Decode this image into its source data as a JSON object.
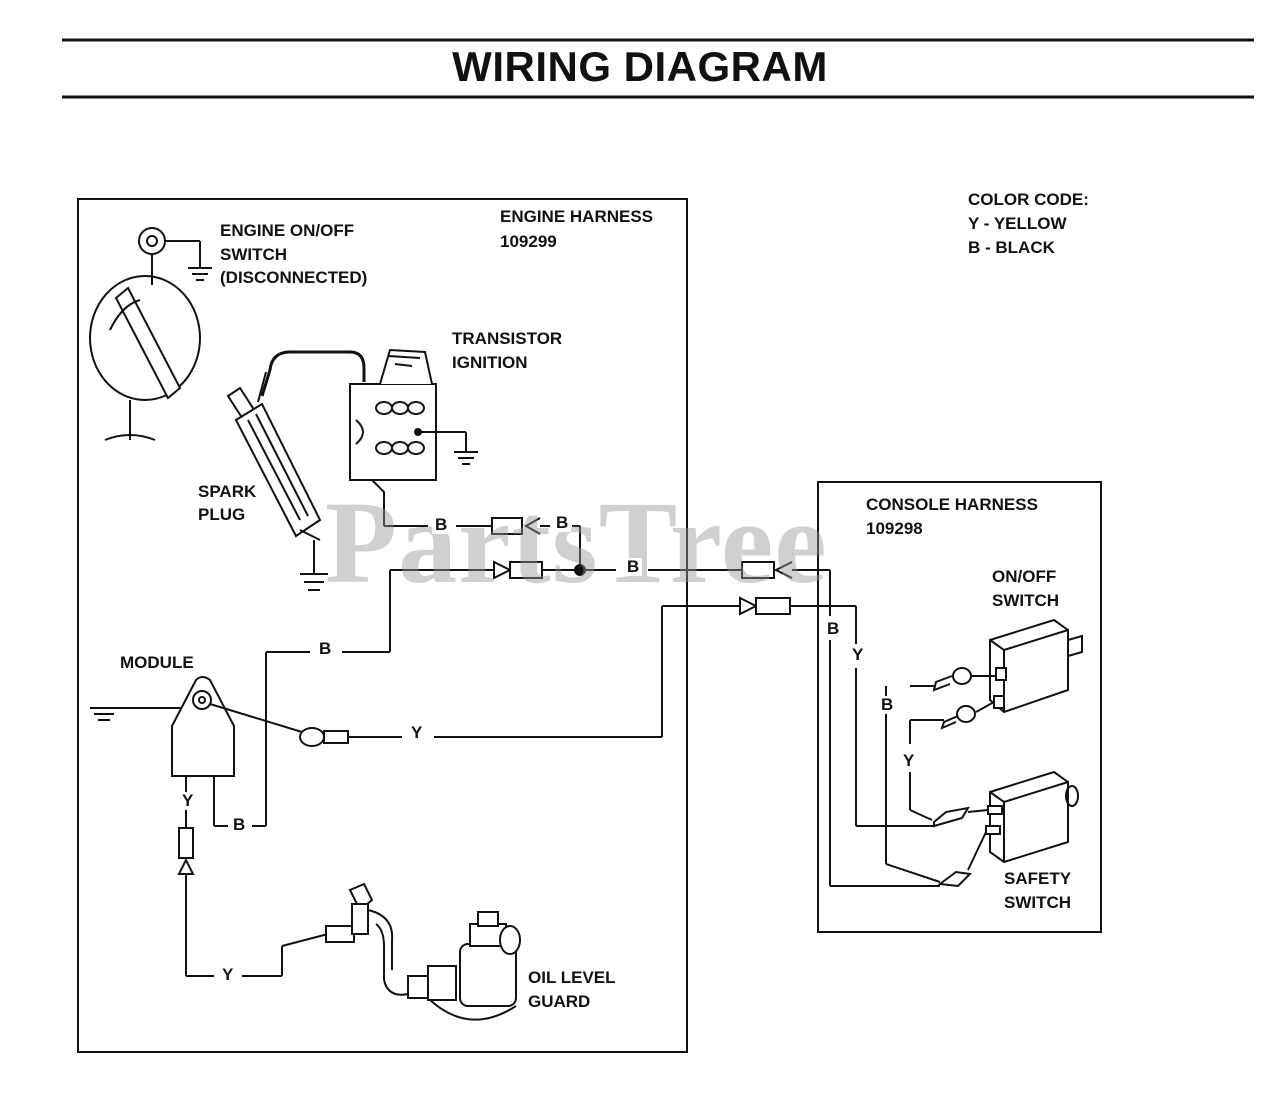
{
  "title": "WIRING DIAGRAM",
  "watermark": "PartsTree",
  "color_code": {
    "heading": "COLOR CODE:",
    "items": [
      "Y - YELLOW",
      "B - BLACK"
    ]
  },
  "engine_harness": {
    "name": "ENGINE HARNESS",
    "part": "109299"
  },
  "console_harness": {
    "name": "CONSOLE HARNESS",
    "part": "109298"
  },
  "components": {
    "engine_switch": [
      "ENGINE ON/OFF",
      "SWITCH",
      "(DISCONNECTED)"
    ],
    "transistor_ignition": [
      "TRANSISTOR",
      "IGNITION"
    ],
    "spark_plug": [
      "SPARK",
      "PLUG"
    ],
    "module": "MODULE",
    "oil_level_guard": [
      "OIL LEVEL",
      "GUARD"
    ],
    "on_off_switch": [
      "ON/OFF",
      "SWITCH"
    ],
    "safety_switch": [
      "SAFETY",
      "SWITCH"
    ]
  },
  "wire_labels": {
    "ign_b1": "B",
    "ign_b2": "B",
    "main_b": "B",
    "module_b_upper": "B",
    "module_y": "Y",
    "module_y_lower": "Y",
    "module_b_lower": "B",
    "oil_y": "Y",
    "console_b1": "B",
    "console_y1": "Y",
    "console_b2": "B",
    "console_y2": "Y"
  },
  "colors": {
    "ink": "#111111",
    "watermark": "#9a9a9a",
    "background": "#ffffff"
  }
}
